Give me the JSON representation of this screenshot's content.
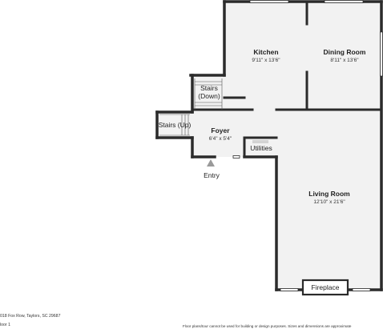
{
  "rooms": {
    "kitchen": {
      "name": "Kitchen",
      "dims": "9'11\" x 13'6\""
    },
    "dining": {
      "name": "Dining Room",
      "dims": "8'11\" x 13'6\""
    },
    "foyer": {
      "name": "Foyer",
      "dims": "6'4\" x 5'4\""
    },
    "living": {
      "name": "Living Room",
      "dims": "12'10\" x 21'6\""
    }
  },
  "labels": {
    "stairs_down_1": "Stairs",
    "stairs_down_2": "(Down)",
    "stairs_up": "Stairs (Up)",
    "utilities": "Utilities",
    "fireplace": "Fireplace",
    "entry": "Entry"
  },
  "footer": {
    "address": "018 Fox Row, Taylors, SC 29687",
    "floor": "loor 1",
    "disclaimer": "Floor plans/tour cannot be used for building or design purposes. Sizes and dimensions are approximate"
  },
  "colors": {
    "floor_fill": "#f2f2f2",
    "wall": "#2b2b2b",
    "entry_marker": "#9a9a9a"
  }
}
